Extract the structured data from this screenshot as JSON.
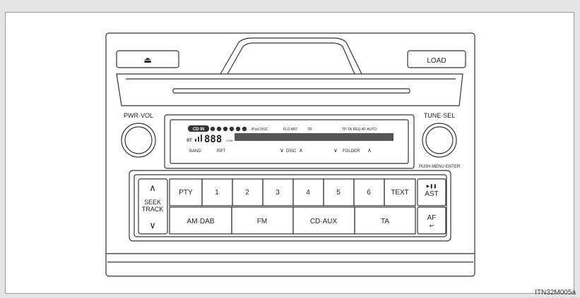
{
  "buttons": {
    "eject": "⏏",
    "load": "LOAD",
    "seek_up": "∧",
    "seek_label_1": "SEEK",
    "seek_label_2": "TRACK",
    "seek_down": "∨",
    "pty": "PTY",
    "presets": [
      "1",
      "2",
      "3",
      "4",
      "5",
      "6"
    ],
    "text": "TEXT",
    "ast_symbol": "▶❚❚",
    "ast": "AST",
    "af": "AF",
    "am_dab": "AM·DAB",
    "fm": "FM",
    "cd_aux": "CD·AUX",
    "ta": "TA"
  },
  "knobs": {
    "pwr_vol": "PWR·VOL",
    "tune_sel": "TUNE·SEL",
    "push_menu": "PUSH MENU·ENTER"
  },
  "display": {
    "cd_in": "CD IN",
    "ipod": "iPod DISC",
    "fld_art": "FLD ART",
    "tr": "TR",
    "tp_ta": "TP·TA·REQ  AF  AUTO",
    "st": "ST",
    "digits": "888",
    "com": "COM",
    "band": "BAND",
    "rpt": "RPT",
    "disc": "DISC",
    "folder": "FOLDER"
  },
  "image_id": "ITN32M005a"
}
